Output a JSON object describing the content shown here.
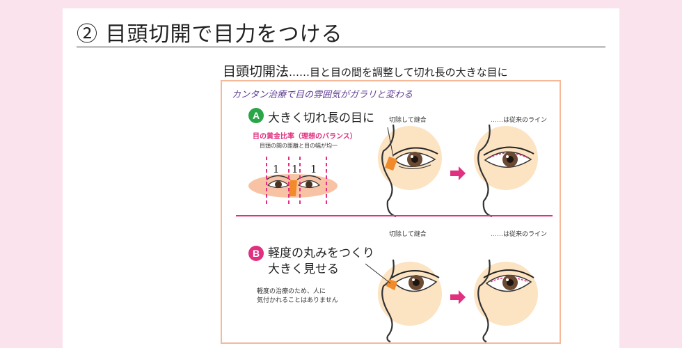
{
  "section": {
    "title": "② 目頭切開で目力をつける"
  },
  "subheading": {
    "main": "目頭切開法",
    "dots": "……",
    "desc": "目と目の間を調整して切れ長の大きな目に"
  },
  "figure": {
    "caption": "カンタン治療で目の雰囲気がガラリと変わる",
    "part_a": {
      "badge": "A",
      "heading": "大きく切れ長の目に",
      "ratio_title": "目の黄金比率（理想のバランス）",
      "ratio_note": "目頭の間の距離と目の幅が均一",
      "ratio_values": [
        "1",
        "1",
        "1"
      ],
      "before_label": "切除して縫合",
      "after_label_dots": "……",
      "after_label_text": "は従来のライン"
    },
    "part_b": {
      "badge": "B",
      "heading_line1": "軽度の丸みをつくり",
      "heading_line2": "大きく見せる",
      "note_line1": "軽度の治療のため、人に",
      "note_line2": "気付かれることはありません",
      "before_label": "切除して縫合",
      "after_label_dots": "……",
      "after_label_text": "は従来のライン"
    }
  },
  "colors": {
    "background": "#fbe3ee",
    "accent_pink": "#e0307f",
    "caption_purple": "#5e3c94",
    "badge_green": "#2aa547",
    "skin": "#fce3c2",
    "incision_orange": "#f08a2a",
    "frame_border": "#f5b99a"
  }
}
